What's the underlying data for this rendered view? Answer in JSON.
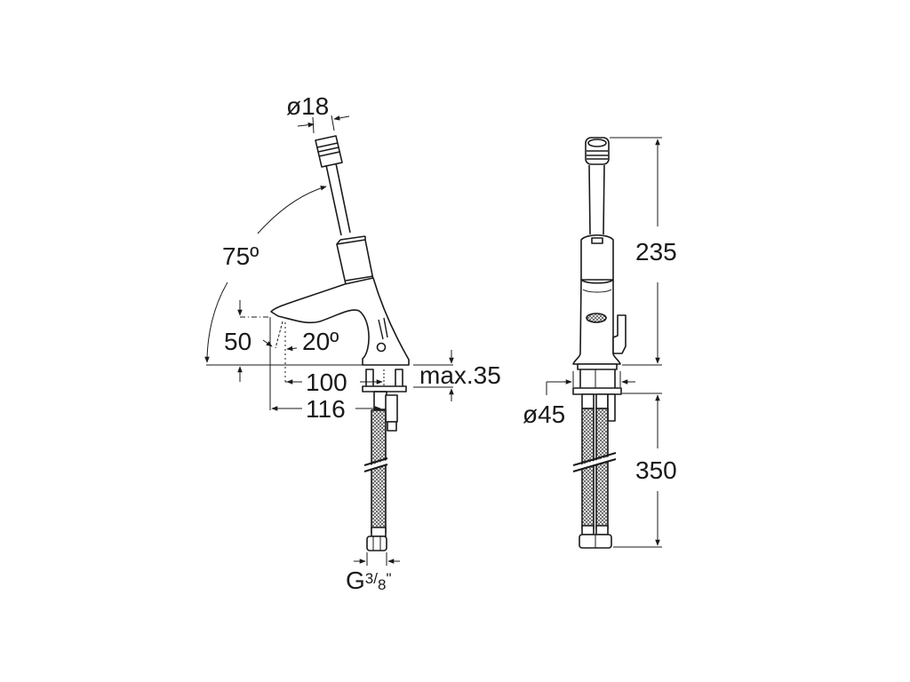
{
  "drawing": {
    "title": "Basin mixer technical drawing",
    "views": [
      "side-view",
      "front-view"
    ],
    "side_view": {
      "dimensions": {
        "lever_diameter": "ø18",
        "lever_angle": "75º",
        "spout_height": "50",
        "spout_angle": "20º",
        "spout_reach_inner": "100",
        "spout_reach_outer": "116",
        "max_deck_thickness": "max.35",
        "connection_thread_prefix": "G",
        "connection_thread_num": "3",
        "connection_thread_den": "8",
        "connection_thread_suffix": "\""
      }
    },
    "front_view": {
      "dimensions": {
        "total_height": "235",
        "base_diameter": "ø45",
        "hose_length": "350"
      }
    },
    "colors": {
      "line": "#1a1a1a",
      "background": "#ffffff",
      "hose_fill": "#9a9a9a"
    }
  }
}
